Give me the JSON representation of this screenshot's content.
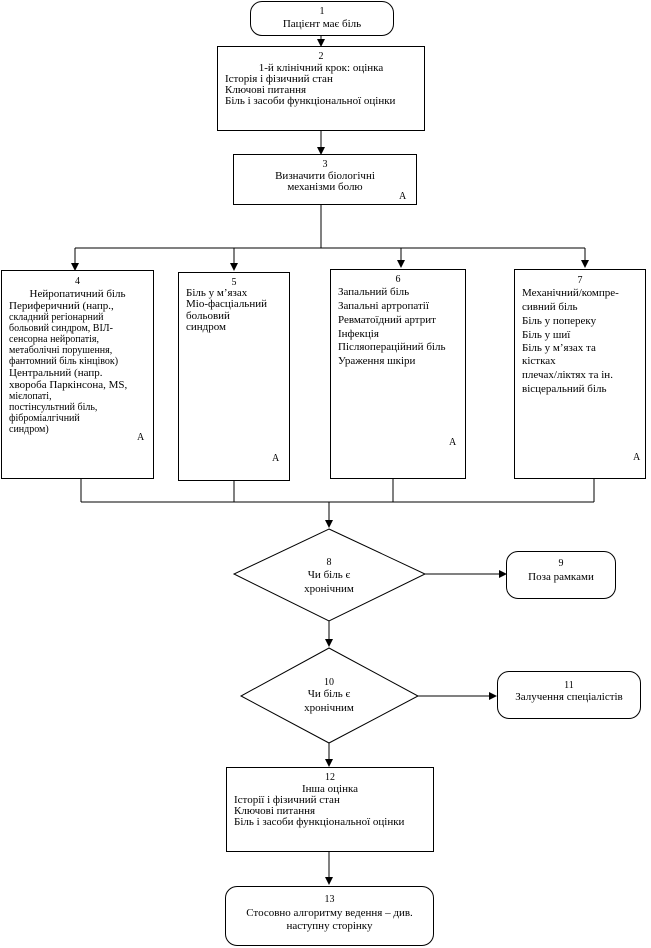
{
  "nodes": {
    "n1": {
      "num": "1",
      "lines": [
        "Пацієнт має біль"
      ]
    },
    "n2": {
      "num": "2",
      "lines": [
        "1-й клінічний крок: оцінка",
        "Історія і фізичний стан",
        "Ключові питання",
        "Біль і засоби функціональної оцінки"
      ]
    },
    "n3": {
      "num": "3",
      "lines": [
        "Визначити біологічні",
        "механізми болю"
      ],
      "tag": "A"
    },
    "n4": {
      "num": "4",
      "title": "Нейропатичний біль",
      "lines": [
        "Периферичний (напр.,",
        "складний регіонарний",
        "больовий синдром, ВІЛ-",
        "сенсорна нейропатія,",
        "метаболічні порушення,",
        "фантомний біль кінцівок)",
        "Центральний (напр.",
        "хвороба Паркінсона, MS,",
        "мієлопаті,",
        "постінсультний біль,",
        "фіброміалгічний",
        "синдром)"
      ],
      "tag": "A"
    },
    "n5": {
      "num": "5",
      "lines": [
        "Біль у м’язах",
        "Міо-фасціальний",
        "больовий",
        "синдром"
      ],
      "tag": "A"
    },
    "n6": {
      "num": "6",
      "lines": [
        "Запальний біль",
        "Запальні артропатії",
        "Ревматоїдний артрит",
        "Інфекція",
        "Післяопераційний біль",
        "Ураження шкіри"
      ],
      "tag": "A"
    },
    "n7": {
      "num": "7",
      "lines": [
        "Механічний/компре-",
        "сивний біль",
        "Біль у попереку",
        "Біль у шиї",
        "Біль у м’язах та",
        "кістках",
        "плечах/ліктях та ін.",
        "вісцеральний біль"
      ],
      "tag": "A"
    },
    "n8": {
      "num": "8",
      "lines": [
        "Чи біль є",
        "хронічним"
      ]
    },
    "n9": {
      "num": "9",
      "lines": [
        "Поза рамками"
      ]
    },
    "n10": {
      "num": "10",
      "lines": [
        "Чи біль є",
        "хронічним"
      ]
    },
    "n11": {
      "num": "11",
      "lines": [
        "Залучення спеціалістів"
      ]
    },
    "n12": {
      "num": "12",
      "lines": [
        "Інша оцінка",
        "Історії і фізичний стан",
        "Ключові питання",
        "Біль і засоби функціональної оцінки"
      ]
    },
    "n13": {
      "num": "13",
      "lines": [
        "Стосовно алгоритму ведення – див.",
        "наступну сторінку"
      ]
    }
  }
}
